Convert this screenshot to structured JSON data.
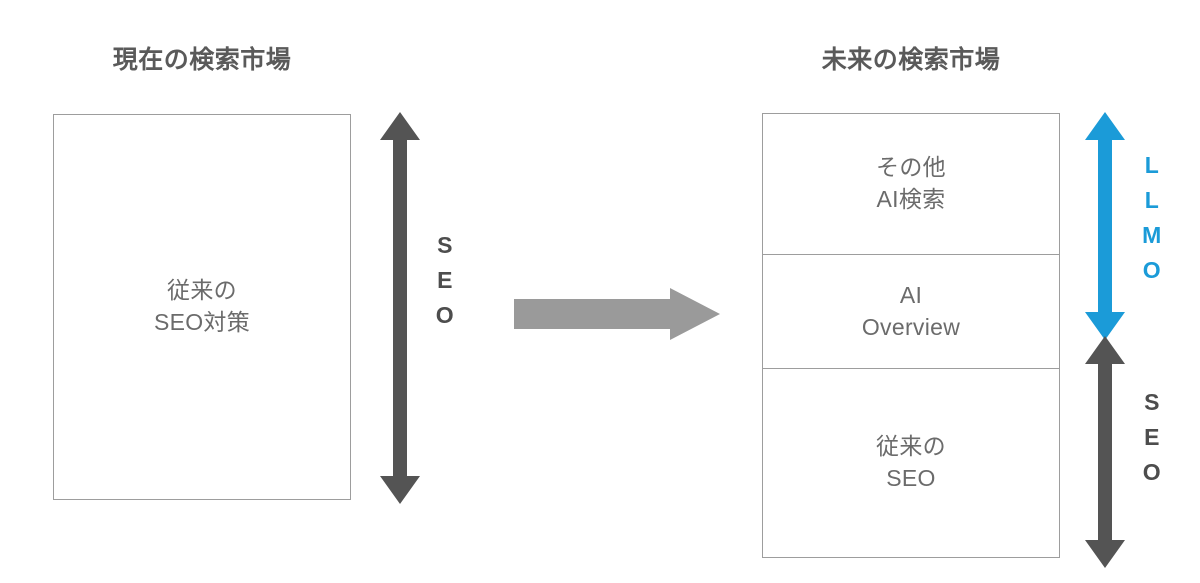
{
  "diagram": {
    "type": "comparison",
    "background_color": "#ffffff",
    "panels": [
      {
        "id": "current",
        "title": "現在の検索市場",
        "segments": [
          {
            "id": "current-seo",
            "text": "従来の\nSEO対策",
            "share_percent": 100
          }
        ],
        "measure": {
          "label_chars": [
            "S",
            "E",
            "O"
          ],
          "label_text": "SEO",
          "color": "#4d4d4d",
          "direction": "double-vertical",
          "covers": [
            "current-seo"
          ]
        }
      },
      {
        "id": "future",
        "title": "未来の検索市場",
        "segments": [
          {
            "id": "other-ai",
            "text": "その他\nAI検索",
            "share_percent": 32
          },
          {
            "id": "ai-overview",
            "text": "AI\nOverview",
            "share_percent": 26
          },
          {
            "id": "future-seo",
            "text": "従来の\nSEO",
            "share_percent": 42
          }
        ],
        "measures": [
          {
            "id": "llmo",
            "label_chars": [
              "L",
              "L",
              "M",
              "O"
            ],
            "label_text": "LLMO",
            "color": "#1b9bd8",
            "direction": "double-vertical",
            "covers": [
              "other-ai",
              "ai-overview"
            ]
          },
          {
            "id": "seo-future",
            "label_chars": [
              "S",
              "E",
              "O"
            ],
            "label_text": "SEO",
            "color": "#4d4d4d",
            "direction": "double-vertical",
            "covers": [
              "future-seo"
            ]
          }
        ]
      }
    ],
    "transition_arrow": {
      "direction": "right",
      "color": "#9a9a9a",
      "label": ""
    },
    "colors": {
      "accent_blue": "#1b9bd8",
      "arrow_dark_gray": "#545454",
      "arrow_light_gray": "#9a9a9a",
      "box_border": "#9d9d9d",
      "title_text": "#5a5a5a",
      "body_text": "#6b6b6b"
    }
  }
}
